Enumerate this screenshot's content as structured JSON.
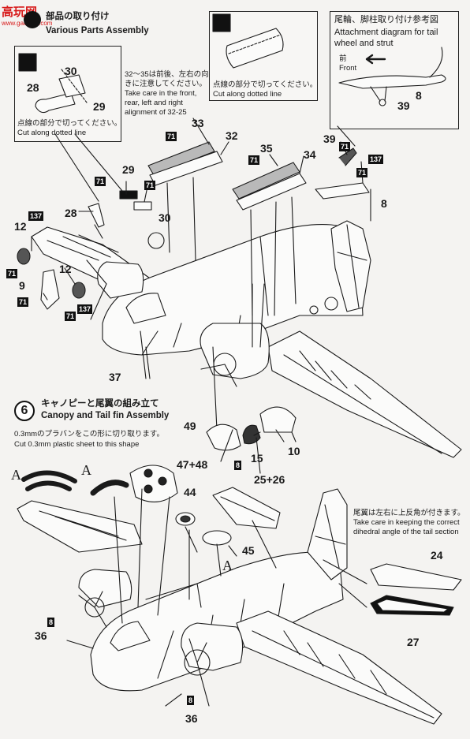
{
  "watermark": {
    "brand": "高玩网",
    "url": "www.gaowan.com"
  },
  "section5": {
    "title_jp": "部品の取り付け",
    "title_en": "Various Parts Assembly"
  },
  "section6": {
    "step": "6",
    "title_jp": "キャノピーと尾翼の組み立て",
    "title_en": "Canopy and Tail fin Assembly"
  },
  "notes": {
    "cut1_jp": "点線の部分で切ってください。",
    "cut1_en": "Cut along dotted line",
    "cut2_jp": "点線の部分で切ってください。",
    "cut2_en": "Cut along dotted line",
    "align_jp1": "32～35は前後、左右の向",
    "align_jp2": "きに注意してください。",
    "align_en1": "Take care in the front,",
    "align_en2": "rear, left and right",
    "align_en3": "alignment of 32-25",
    "tail_jp": "尾輪、脚柱取り付け参考図",
    "tail_en1": "Attachment diagram for tail",
    "tail_en2": "wheel and strut",
    "front_jp": "前",
    "front_en": "Front",
    "plastic_jp": "0.3mmのプラバンをこの形に切り取ります。",
    "plastic_en": "Cut 0.3mm plastic sheet to this shape",
    "dihedral_jp": "尾翼は左右に上反角が付きます。",
    "dihedral_en1": "Take care in keeping the correct",
    "dihedral_en2": "dihedral angle of the tail section"
  },
  "parts": {
    "p30a": "30",
    "p28a": "28",
    "p29a": "29",
    "p33": "33",
    "p32": "32",
    "p29b": "29",
    "p30b": "30",
    "p28b": "28",
    "p12a": "12",
    "p12b": "12",
    "p9": "9",
    "p37": "37",
    "p35": "35",
    "p34": "34",
    "p39a": "39",
    "p8a": "8",
    "p39b": "39",
    "p8b": "8",
    "p49": "49",
    "p15": "15",
    "p10": "10",
    "p47": "47+48",
    "p44": "44",
    "p45": "45",
    "p2526": "25+26",
    "p24": "24",
    "p27": "27",
    "p36a": "36",
    "p36b": "36",
    "A1": "A",
    "A2": "A",
    "A3": "A"
  },
  "color_codes": {
    "c71": "71",
    "c137": "137",
    "c8": "8"
  },
  "colors": {
    "ink": "#1a1a1a",
    "paper": "#f4f3f1",
    "logo": "#d71a1a"
  }
}
